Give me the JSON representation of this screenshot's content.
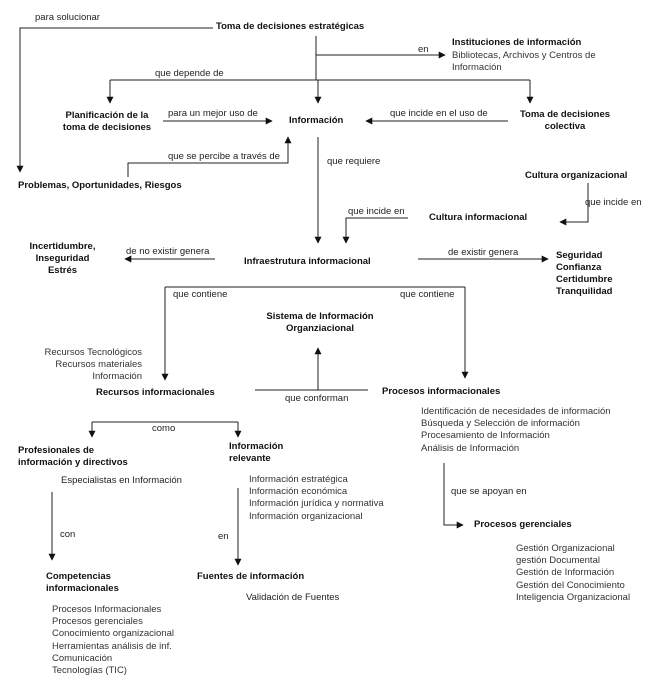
{
  "nodes": {
    "toma_estrategicas": "Toma de decisiones estratégicas",
    "instituciones": "Instituciones de información",
    "instituciones_sub": [
      "Bibliotecas, Archivos y Centros de",
      "Información"
    ],
    "planificacion": [
      "Planificación de la",
      "toma de decisiones"
    ],
    "informacion": "Información",
    "toma_colectiva": [
      "Toma de decisiones",
      "colectiva"
    ],
    "problemas": "Problemas, Oportunidades, Riesgos",
    "cultura_organizacional": "Cultura organizacional",
    "cultura_informacional": "Cultura informacional",
    "incertidumbre": [
      "Incertidumbre,",
      "Inseguridad",
      "Estrés"
    ],
    "infraestrutura": "Infraestrutura informacional",
    "seguridad": [
      "Seguridad",
      "Confianza",
      "Certidumbre",
      "Tranquilidad"
    ],
    "sistema": [
      "Sistema de Información",
      "Organziacional"
    ],
    "recursos_list": [
      "Recursos Tecnológicos",
      "Recursos materiales",
      "Información"
    ],
    "recursos": "Recursos informacionales",
    "procesos_info": "Procesos informacionales",
    "procesos_info_list": [
      "Identificación de necesidades de información",
      "Búsqueda y Selección de información",
      "Procesamiento de Información",
      "Análisis de Información"
    ],
    "profesionales": [
      "Profesionales de",
      "información y directivos"
    ],
    "especialistas": "Especialistas en Información",
    "info_relevante": [
      "Información",
      "relevante"
    ],
    "info_relevante_list": [
      "Información estratégica",
      "Información económica",
      "Información jurídica y normativa",
      "Información organizacional"
    ],
    "procesos_gerenciales": "Procesos gerenciales",
    "procesos_gerenciales_list": [
      "Gestión Organizacional",
      "gestión Documental",
      "Gestión de Información",
      "Gestión del Conocimiento",
      "Inteligencia Organizacional"
    ],
    "competencias": [
      "Competencias",
      "informacionales"
    ],
    "competencias_list": [
      "Procesos Informacionales",
      "Procesos gerenciales",
      "Conocimiento organizacional",
      "Herramientas análisis de inf.",
      "Comunicación",
      "Tecnologías (TIC)"
    ],
    "fuentes": "Fuentes de información",
    "validacion": "Validación de Fuentes"
  },
  "links": {
    "para_solucionar": "para solucionar",
    "en_1": "en",
    "que_depende_de": "que depende de",
    "para_mejor_uso": "para un mejor uso de",
    "que_incide_uso": "que incide en el uso de",
    "que_se_percibe": "que se percibe a través de",
    "que_requiere": "que requiere",
    "que_incide_en_1": "que incide en",
    "que_incide_en_2": "que incide en",
    "de_no_existir": "de no existir genera",
    "de_existir": "de existir genera",
    "que_contiene_1": "que contiene",
    "que_contiene_2": "que contiene",
    "que_conforman": "que conforman",
    "como": "como",
    "que_se_apoyan": "que se apoyan en",
    "con": "con",
    "en_2": "en"
  }
}
